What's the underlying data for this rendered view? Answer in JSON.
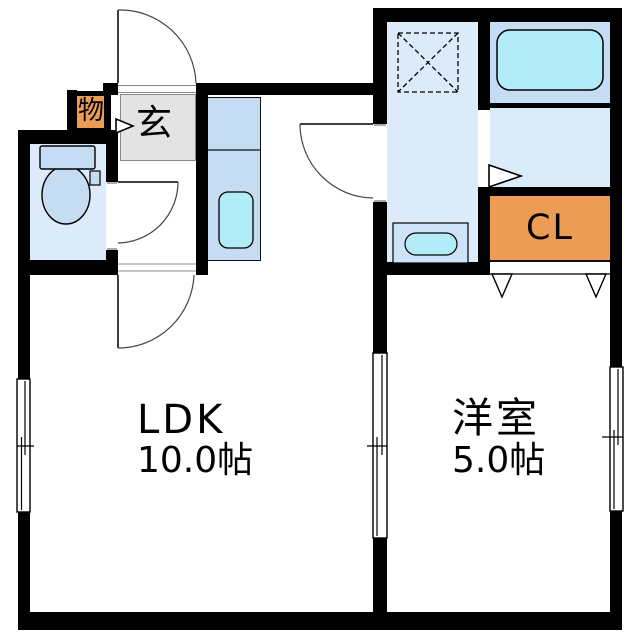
{
  "rooms": {
    "ldk": {
      "label": "LDK",
      "area": "10.0帖"
    },
    "western": {
      "label": "洋室",
      "area": "5.0帖"
    },
    "entrance": {
      "label": "玄"
    },
    "storage": {
      "label": "物"
    },
    "closet": {
      "label": "CL"
    }
  },
  "colors": {
    "wall": "#000000",
    "room_blue": "#dcebfa",
    "fixture_blue": "#c5dcf3",
    "water_cyan": "#b2ecf7",
    "closet_orange": "#ec9c55",
    "entrance_gray": "#e3e3e3"
  }
}
